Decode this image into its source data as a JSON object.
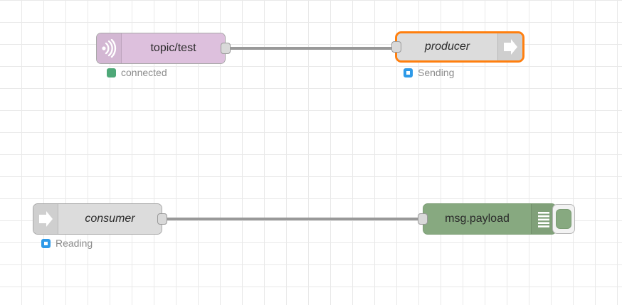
{
  "canvas": {
    "grid_size": 31,
    "background_color": "#ffffff",
    "grid_color": "#e9e9e9",
    "wire_color": "#999999"
  },
  "colors": {
    "mqtt_node": "#ddc0dd",
    "function_node": "#dcdcdc",
    "debug_node": "#87a980",
    "selection": "#ff7f0e",
    "status_connected": "#4ea878",
    "status_active": "#2e9ae8",
    "node_border": "#a8a8a8"
  },
  "nodes": [
    {
      "id": "mqtt-in",
      "label": "topic/test",
      "type": "mqtt-in",
      "icon": "mqtt-wave-icon",
      "icon_side": "left",
      "selected": false,
      "italic": false,
      "status": {
        "text": "connected",
        "indicator": "green-fill"
      },
      "ports": {
        "input": false,
        "output": true
      }
    },
    {
      "id": "producer",
      "label": "producer",
      "type": "function",
      "icon": "arrow-right-icon",
      "icon_side": "right",
      "selected": true,
      "italic": true,
      "status": {
        "text": "Sending",
        "indicator": "blue-ring"
      },
      "ports": {
        "input": true,
        "output": false
      }
    },
    {
      "id": "consumer",
      "label": "consumer",
      "type": "function",
      "icon": "arrow-right-icon",
      "icon_side": "left",
      "selected": false,
      "italic": true,
      "status": {
        "text": "Reading",
        "indicator": "blue-ring"
      },
      "ports": {
        "input": false,
        "output": true
      }
    },
    {
      "id": "debug",
      "label": "msg.payload",
      "type": "debug",
      "icon": "debug-lines-icon",
      "icon_side": "right",
      "selected": false,
      "italic": false,
      "status": null,
      "ports": {
        "input": true,
        "output": false
      },
      "toggle": {
        "name": "debug-enable-toggle",
        "enabled": true
      }
    }
  ],
  "wires": [
    {
      "from": "mqtt-in",
      "to": "producer"
    },
    {
      "from": "consumer",
      "to": "debug"
    }
  ]
}
